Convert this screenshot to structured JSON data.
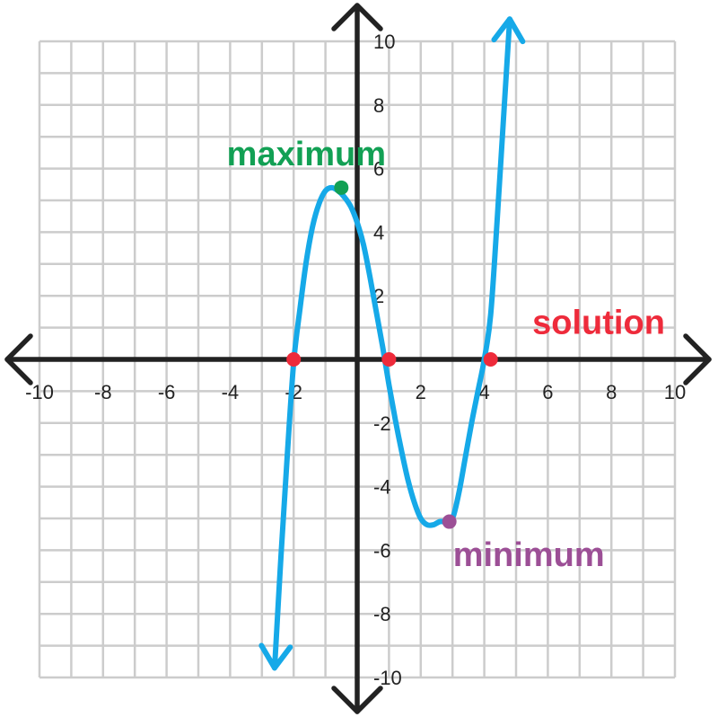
{
  "chart_data": {
    "type": "line",
    "title": "",
    "xlabel": "",
    "ylabel": "",
    "xlim": [
      -10,
      10
    ],
    "ylim": [
      -10,
      10
    ],
    "grid": true,
    "x_ticks": [
      -10,
      -8,
      -6,
      -4,
      -2,
      2,
      4,
      6,
      8,
      10
    ],
    "y_ticks": [
      10,
      8,
      6,
      4,
      2,
      -2,
      -4,
      -6,
      -8,
      -10
    ],
    "x_tick_labels": [
      "-10",
      "-8",
      "-6",
      "-4",
      "-2",
      "2",
      "4",
      "6",
      "8",
      "10"
    ],
    "y_tick_labels": [
      "10",
      "8",
      "6",
      "4",
      "2",
      "-2",
      "-4",
      "-6",
      "-8",
      "-10"
    ],
    "curve": {
      "x": [
        -2.6,
        -2.4,
        -2.2,
        -2.0,
        -1.8,
        -1.6,
        -1.4,
        -1.2,
        -1.0,
        -0.8,
        -0.6,
        -0.4,
        -0.2,
        0.0,
        0.2,
        0.4,
        0.6,
        0.8,
        1.0,
        1.2,
        1.4,
        1.6,
        1.8,
        2.0,
        2.2,
        2.4,
        2.6,
        2.8,
        3.0,
        3.2,
        3.4,
        3.6,
        3.8,
        4.0,
        4.2,
        4.4,
        4.6,
        4.8
      ],
      "y": [
        -9.7,
        -6.2,
        -3.0,
        -0.1,
        1.6,
        3.1,
        4.2,
        4.9,
        5.3,
        5.4,
        5.3,
        5.1,
        4.8,
        4.3,
        3.6,
        2.6,
        1.5,
        0.4,
        -0.8,
        -1.9,
        -2.9,
        -3.8,
        -4.5,
        -5.0,
        -5.2,
        -5.2,
        -5.1,
        -5.1,
        -5.0,
        -4.2,
        -3.1,
        -2.0,
        -1.0,
        0.0,
        1.4,
        4.3,
        7.5,
        10.7
      ],
      "end_arrows": true
    },
    "points": [
      {
        "x": -2.0,
        "y": 0.0,
        "color": "#ee2b3b"
      },
      {
        "x": 1.0,
        "y": 0.0,
        "color": "#ee2b3b"
      },
      {
        "x": 4.2,
        "y": 0.0,
        "color": "#ee2b3b"
      },
      {
        "x": -0.5,
        "y": 5.4,
        "color": "#12a054"
      },
      {
        "x": 2.9,
        "y": -5.1,
        "color": "#9c4f96"
      }
    ],
    "annotations": [
      {
        "text": "maximum",
        "x": -1.6,
        "y": 6.1,
        "color": "#12a054"
      },
      {
        "text": "solution",
        "x": 7.6,
        "y": 0.8,
        "color": "#ee2b3b"
      },
      {
        "text": "minimum",
        "x": 5.4,
        "y": -6.5,
        "color": "#9c4f96"
      }
    ],
    "colors": {
      "curve": "#16a9e8",
      "axis": "#222222",
      "grid": "#cccccc",
      "ticks": "#222222"
    }
  }
}
